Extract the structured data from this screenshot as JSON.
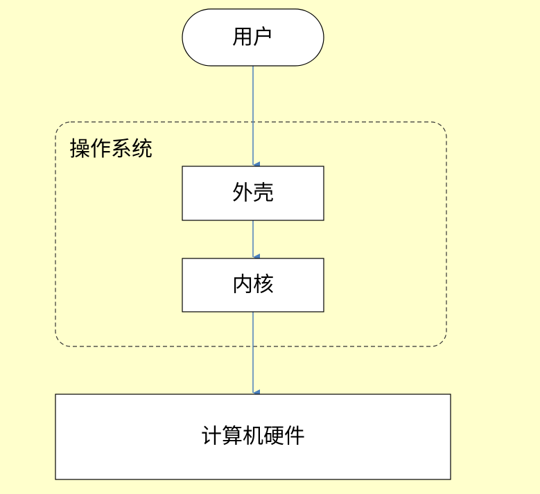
{
  "diagram": {
    "nodes": {
      "user": {
        "label": "用户",
        "shape": "terminator"
      },
      "shell": {
        "label": "外壳",
        "shape": "rectangle"
      },
      "kernel": {
        "label": "内核",
        "shape": "rectangle"
      },
      "hardware": {
        "label": "计算机硬件",
        "shape": "rectangle"
      }
    },
    "group": {
      "label": "操作系统",
      "style": "dashed-rounded"
    },
    "edges": [
      {
        "from": "用户",
        "to": "外壳"
      },
      {
        "from": "外壳",
        "to": "内核"
      },
      {
        "from": "内核",
        "to": "计算机硬件"
      }
    ]
  },
  "colors": {
    "background": "#ffffcc",
    "node_fill": "#ffffff",
    "node_stroke": "#000000",
    "arrow": "#4a7ebb"
  }
}
